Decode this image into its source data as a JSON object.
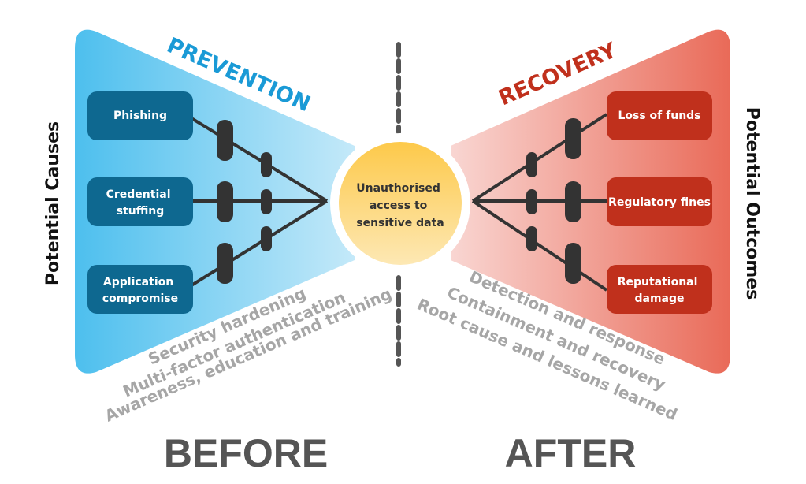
{
  "diagram": {
    "type": "bowtie",
    "central_event": [
      "Unauthorised",
      "access to",
      "sensitive data"
    ],
    "left": {
      "side_label": "Potential Causes",
      "barrier_title": "PREVENTION",
      "color": "#0e6890",
      "fill_start": "#4dbfee",
      "fill_end": "#c0e8f8",
      "title_color": "#1a9ad6",
      "causes": [
        {
          "lines": [
            "Phishing"
          ]
        },
        {
          "lines": [
            "Credential",
            "stuffing"
          ]
        },
        {
          "lines": [
            "Application",
            "compromise"
          ]
        }
      ],
      "controls": [
        "Security hardening",
        "Multi-factor authentication",
        "Awareness, education and training"
      ],
      "phase": "BEFORE"
    },
    "right": {
      "side_label": "Potential Outcomes",
      "barrier_title": "RECOVERY",
      "color": "#c0301c",
      "fill_start": "#f8d2cf",
      "fill_end": "#e96a58",
      "title_color": "#c0301c",
      "outcomes": [
        {
          "lines": [
            "Loss of funds"
          ]
        },
        {
          "lines": [
            "Regulatory fines"
          ]
        },
        {
          "lines": [
            "Reputational",
            "damage"
          ]
        }
      ],
      "controls": [
        "Detection and response",
        "Containment and recovery",
        "Root cause and lessons learned"
      ],
      "phase": "AFTER"
    },
    "colors": {
      "connector": "#333333",
      "divider": "#555555",
      "event_top": "#fdc94a",
      "event_bottom": "#fde8b0",
      "controls_text": "#a6a6a6"
    }
  }
}
